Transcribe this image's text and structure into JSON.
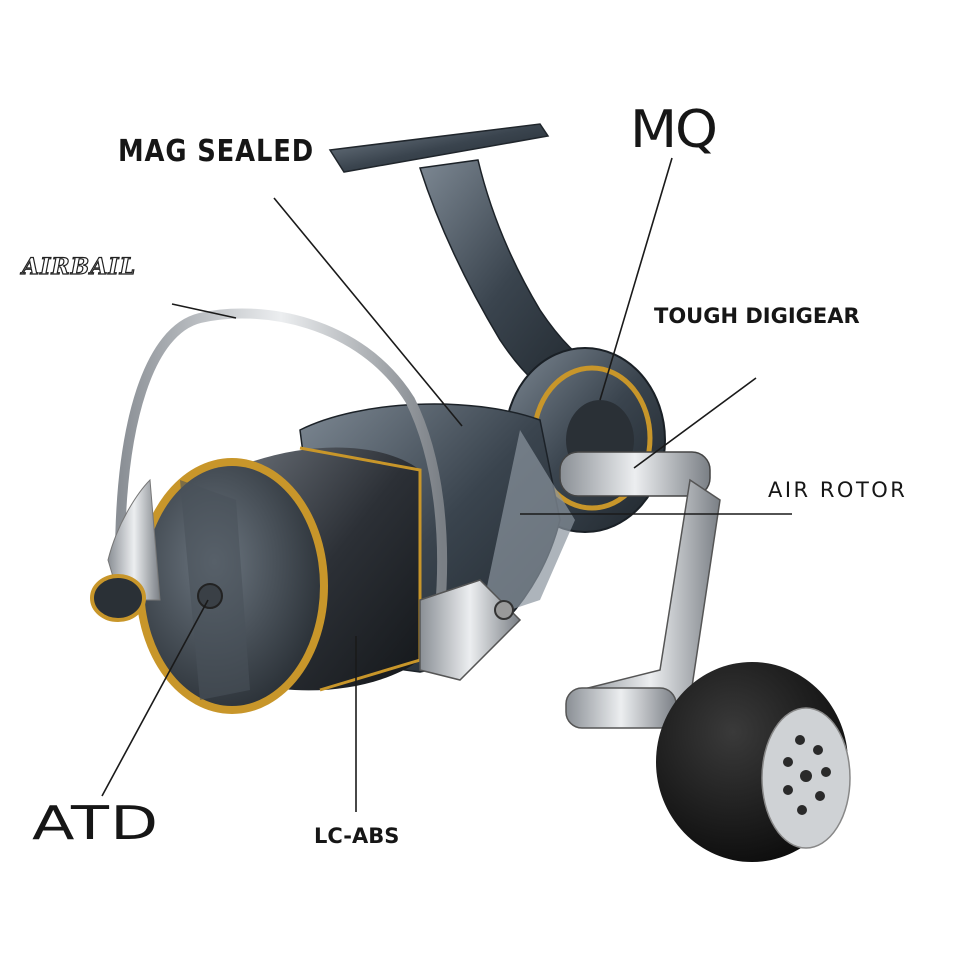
{
  "labels": {
    "mag_sealed": "MAG SEALED",
    "mq": "MQ",
    "airbail": "AIRBAIL",
    "tough_digigear": "TOUGH DIGIGEAR",
    "air_rotor": "AIR ROTOR",
    "atd": "ATD",
    "lc_abs": "LC-ABS"
  },
  "colors": {
    "gold": "#c8962a",
    "gunmetal": "#3c4650",
    "silver": "#b8bcc0",
    "knob": "#1a1a1a"
  }
}
